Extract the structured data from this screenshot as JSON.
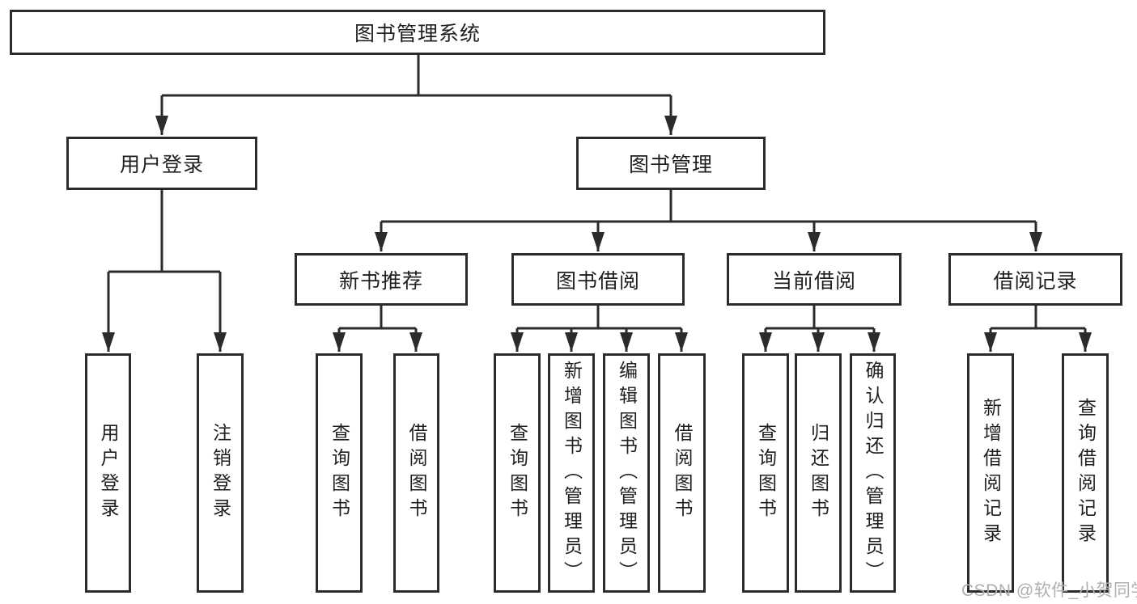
{
  "diagram": {
    "title": "图书管理系统",
    "tree": {
      "root": {
        "label": "图书管理系统"
      },
      "user_login": {
        "label": "用户登录",
        "children": [
          {
            "label": "用户登录"
          },
          {
            "label": "注销登录"
          }
        ]
      },
      "book_mgmt": {
        "label": "图书管理",
        "children": [
          {
            "label": "新书推荐",
            "children": [
              {
                "label": "查询图书"
              },
              {
                "label": "借阅图书"
              }
            ]
          },
          {
            "label": "图书借阅",
            "children": [
              {
                "label": "查询图书"
              },
              {
                "label": "新增图书（管理员）"
              },
              {
                "label": "编辑图书（管理员）"
              },
              {
                "label": "借阅图书"
              }
            ]
          },
          {
            "label": "当前借阅",
            "children": [
              {
                "label": "查询图书"
              },
              {
                "label": "归还图书"
              },
              {
                "label": "确认归还（管理员）"
              }
            ]
          },
          {
            "label": "借阅记录",
            "children": [
              {
                "label": "新增借阅记录"
              },
              {
                "label": "查询借阅记录"
              }
            ]
          }
        ]
      }
    },
    "colors": {
      "line": "#2b2b2b",
      "box_border": "#2b2b2b",
      "background": "#ffffff",
      "watermark": "#afafaf"
    }
  },
  "watermark": {
    "text": "CSDN @软件_小贺同学"
  }
}
